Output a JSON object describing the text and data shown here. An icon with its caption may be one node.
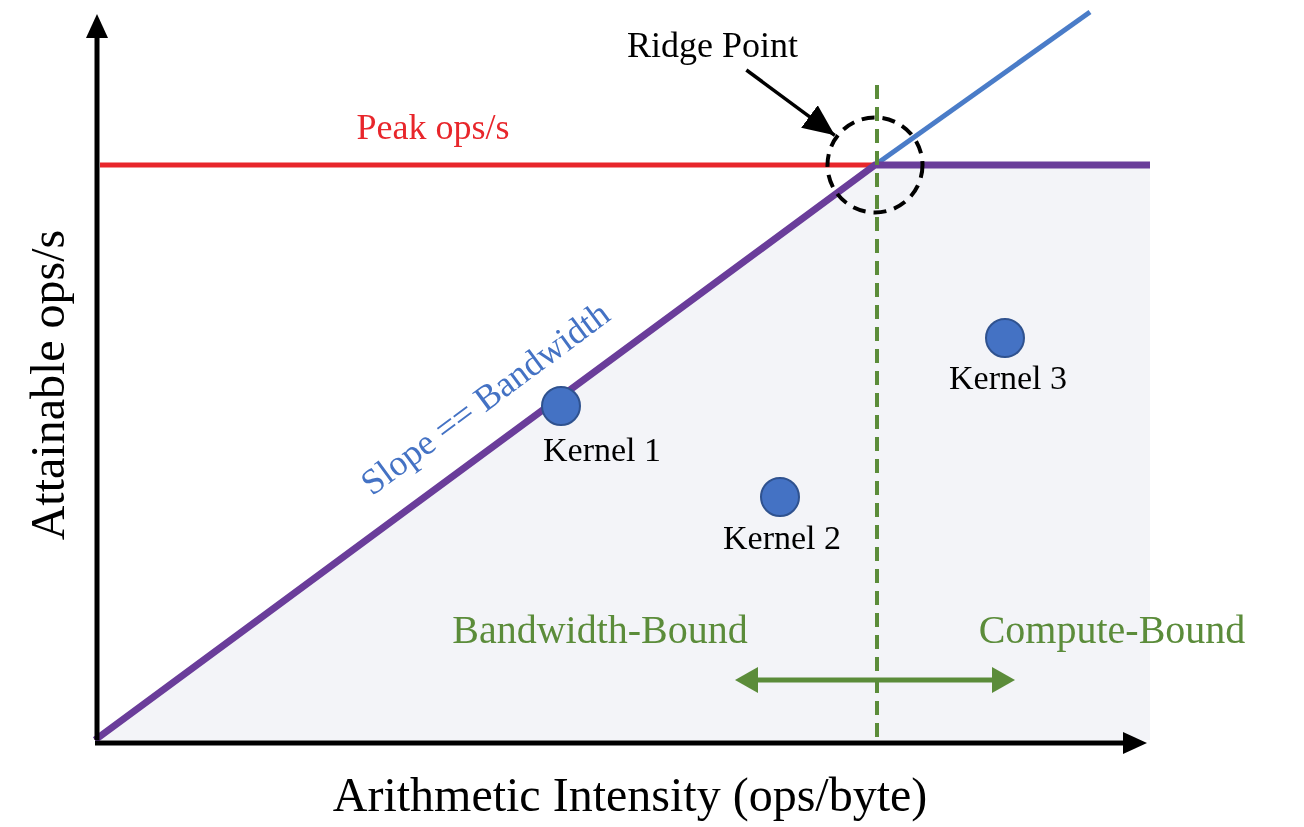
{
  "diagram": {
    "nodes": [
      {
        "text": [
          "Ridge Point"
        ]
      },
      {
        "text": [],
        "shape": "circle"
      },
      {
        "text": [],
        "shape": "circle",
        "beside": [
          "Kernel 1"
        ]
      },
      {
        "text": [],
        "shape": "circle",
        "beside": [
          "Kernel 2"
        ]
      },
      {
        "text": [],
        "shape": "circle",
        "beside": [
          "Kernel 3"
        ]
      }
    ],
    "edges": [
      {
        "from": 0,
        "to": 1,
        "arrow": "to"
      }
    ],
    "labels": [
      "Peak ops/s",
      "Slope == Bandwidth",
      "Bandwidth-Bound",
      "Compute-Bound",
      "Attainable ops/s",
      "Arithmetic Intensity (ops/byte)"
    ]
  }
}
